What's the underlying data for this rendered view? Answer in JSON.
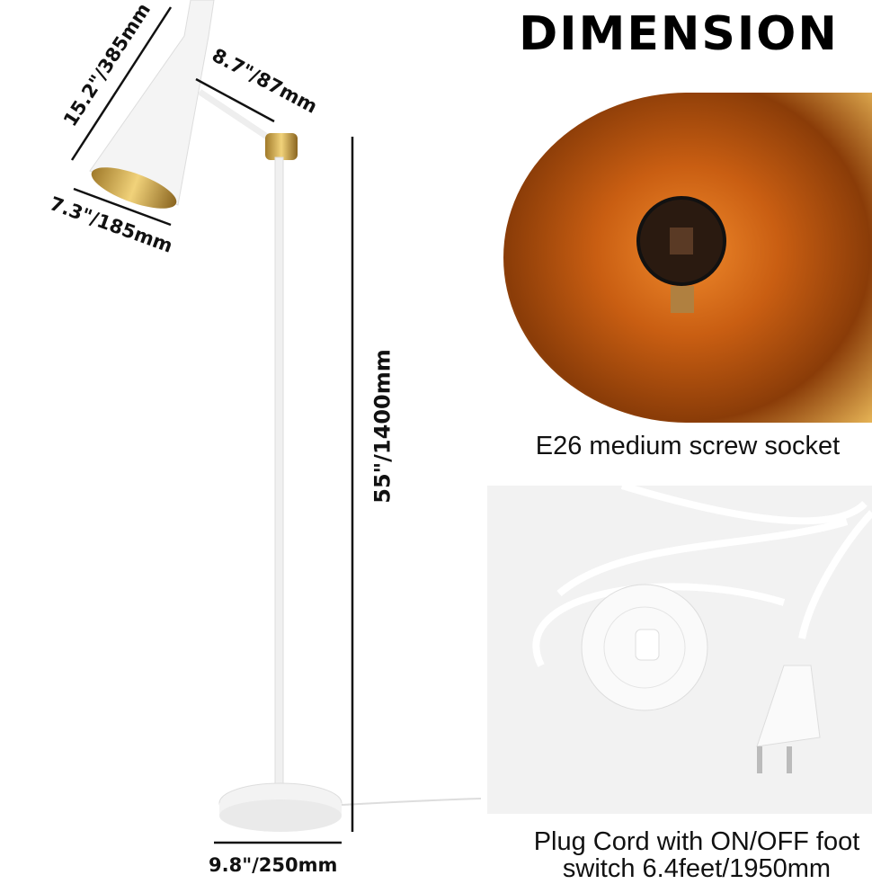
{
  "title": "DIMENSION",
  "dimensions": {
    "shade_length": "15.2\"/385mm",
    "arm_length": "8.7\"/87mm",
    "shade_diameter": "7.3\"/185mm",
    "height": "55\"/1400mm",
    "base_diameter": "9.8\"/250mm"
  },
  "captions": {
    "socket": "E26 medium screw socket",
    "cord_line1": "Plug Cord with ON/OFF foot",
    "cord_line2": "switch 6.4feet/1950mm"
  }
}
